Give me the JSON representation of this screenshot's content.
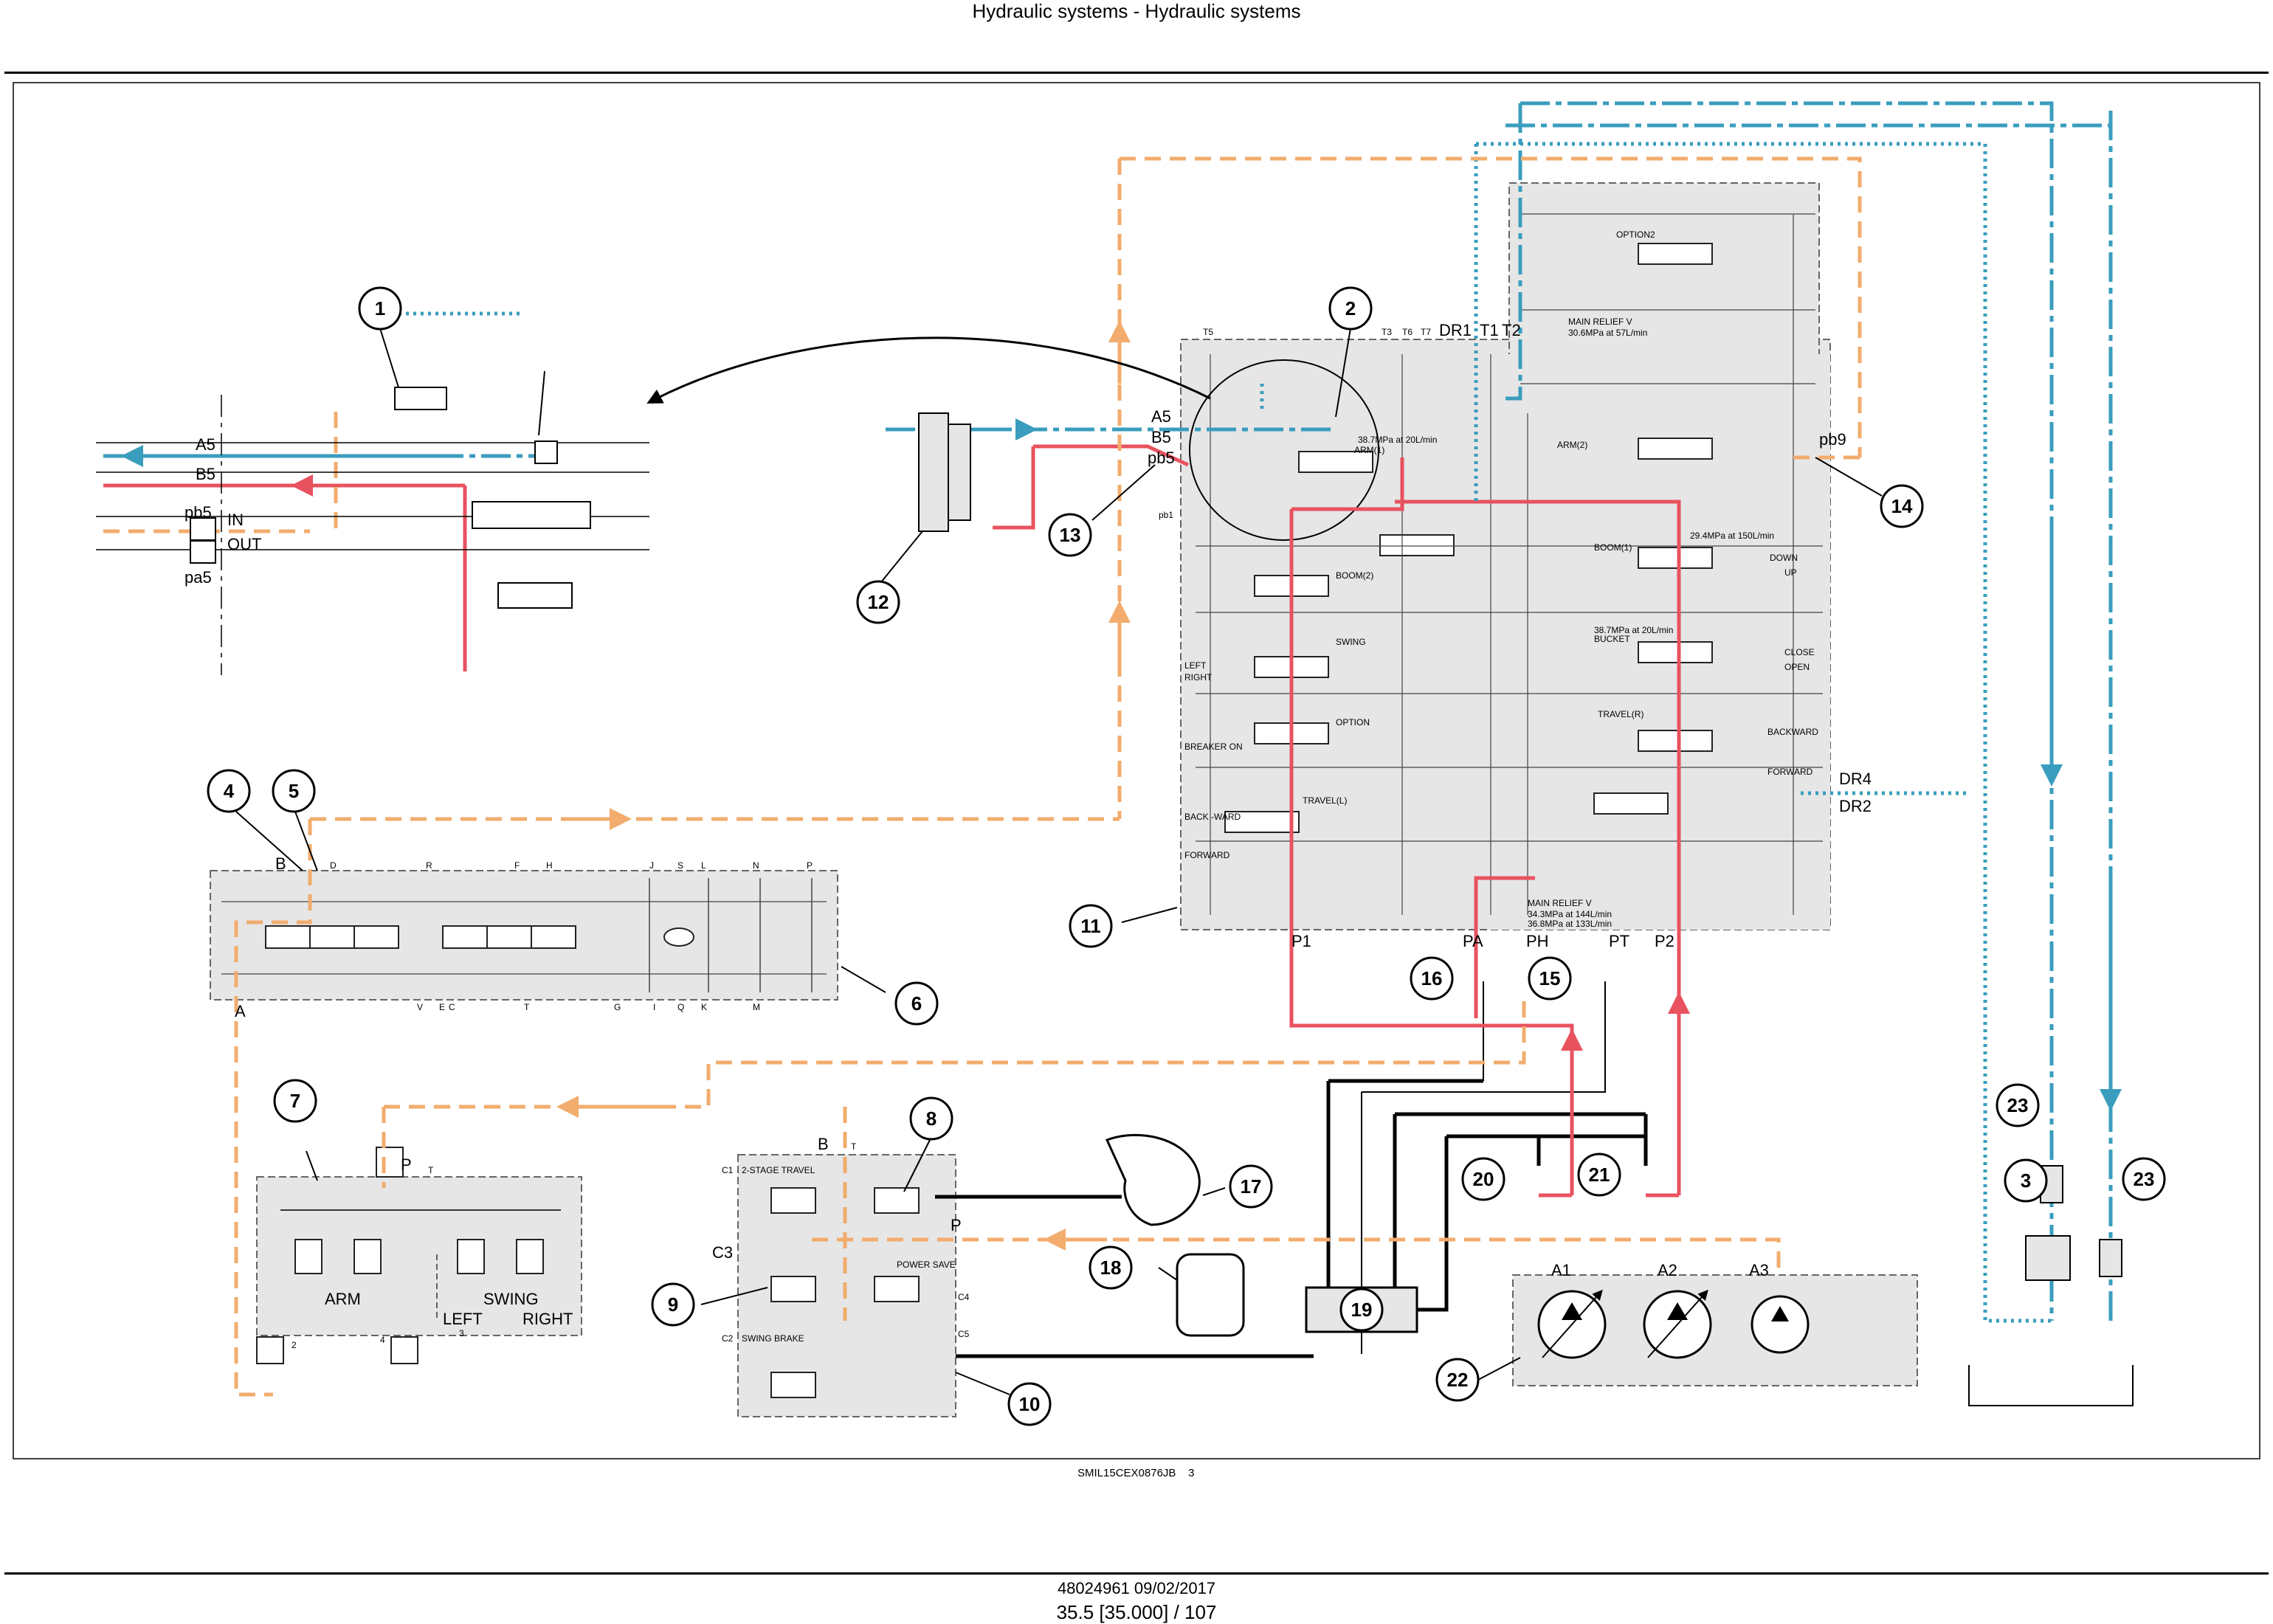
{
  "header": {
    "title": "Hydraulic systems - Hydraulic systems"
  },
  "footer": {
    "doc_ref": "48024961 09/02/2017",
    "page_ref": "35.5 [35.000] / 107",
    "figure_ref": "SMIL15CEX0876JB",
    "figure_num": "3"
  },
  "callouts": [
    "1",
    "2",
    "3",
    "4",
    "5",
    "6",
    "7",
    "8",
    "9",
    "10",
    "11",
    "12",
    "13",
    "14",
    "15",
    "16",
    "17",
    "18",
    "19",
    "20",
    "21",
    "22",
    "23"
  ],
  "detail_view": {
    "ports": {
      "a5": "A5",
      "b5": "B5",
      "pb5": "pb5",
      "pa5": "pa5",
      "in": "IN",
      "out": "OUT"
    }
  },
  "valve_block": {
    "top_ports": {
      "dr1": "DR1",
      "t1": "T1",
      "t2": "T2",
      "t5": "T5",
      "t3": "T3",
      "t6": "T6",
      "t7": "T7"
    },
    "left_ports": {
      "a5": "A5",
      "b5": "B5",
      "pb5": "pb5",
      "pb1": "pb1"
    },
    "right_ports": {
      "pb9": "pb9",
      "dr4": "DR4",
      "dr2": "DR2"
    },
    "bottom_ports": {
      "p1": "P1",
      "pa": "PA",
      "ph": "PH",
      "pt": "PT",
      "p2": "P2"
    },
    "sections": {
      "option2": "OPTION2",
      "main_relief_top": "MAIN RELIEF V",
      "arm2": "ARM(2)",
      "arm1": "ARM(1)",
      "boom1": "BOOM(1)",
      "boom2": "BOOM(2)",
      "swing": "SWING",
      "bucket": "BUCKET",
      "option": "OPTION",
      "travel_r": "TRAVEL(R)",
      "travel_l": "TRAVEL(L)",
      "main_relief_bottom": "MAIN RELIEF V"
    },
    "pressures": {
      "p_main_top": "30.6MPa at 57L/min",
      "p_arm": "38.7MPa at 20L/min",
      "p_boom": "29.4MPa at 150L/min",
      "p_bucket": "38.7MPa at 20L/min",
      "p_relief_1": "34.3MPa at 144L/min",
      "p_relief_2": "36.8MPa at 133L/min"
    },
    "function_labels": {
      "down": "DOWN",
      "up": "UP",
      "close": "CLOSE",
      "open": "OPEN",
      "backward": "BACKWARD",
      "forward": "FORWARD",
      "left": "LEFT",
      "right": "RIGHT",
      "back_ward": "BACK -WARD",
      "forward_l": "FORWARD",
      "breaker_on": "BREAKER ON"
    }
  },
  "pilot_valve": {
    "ports": {
      "b": "B",
      "d": "D",
      "a": "A",
      "v": "V",
      "e": "E",
      "c": "C",
      "t": "T",
      "g": "G",
      "r": "R",
      "f": "F",
      "h": "H",
      "j": "J",
      "s": "S",
      "l": "L",
      "n": "N",
      "p": "P",
      "i": "I",
      "q": "Q",
      "k": "K",
      "m": "M"
    }
  },
  "remote_valve": {
    "labels": {
      "p": "P",
      "t": "T",
      "arm": "ARM",
      "swing": "SWING",
      "left": "LEFT",
      "right": "RIGHT",
      "n2": "2",
      "n4": "4",
      "n3": "3"
    }
  },
  "solenoid_block": {
    "labels": {
      "c1": "C1",
      "c2": "C2",
      "c3": "C3",
      "c4": "C4",
      "c5": "C5",
      "b": "B",
      "t": "T",
      "p": "P",
      "two_stage": "2-STAGE TRAVEL",
      "power_save": "POWER SAVE",
      "swing_brake": "SWING BRAKE"
    }
  },
  "pump": {
    "labels": {
      "a1": "A1",
      "a2": "A2",
      "a3": "A3"
    }
  },
  "colors": {
    "pressure": "#e8525f",
    "return": "#3a9dbd",
    "pilot": "#f2ac6e",
    "block": "#e6e6e6",
    "line": "#000000"
  }
}
